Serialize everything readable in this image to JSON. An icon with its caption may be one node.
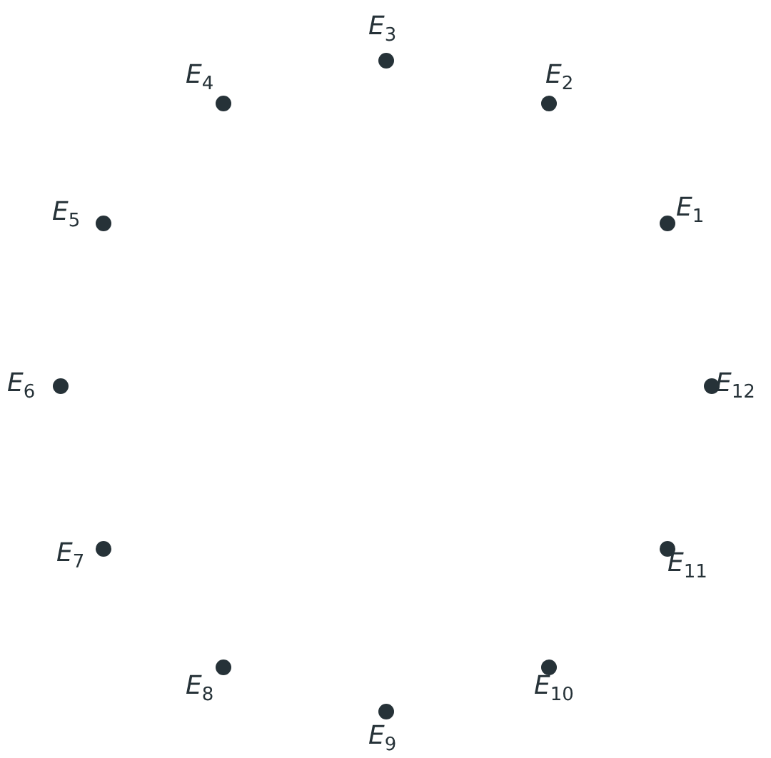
{
  "diagram": {
    "nodes": [
      {
        "text": [],
        "shape": "circle",
        "beside": [
          "*E*$_{1}$"
        ]
      },
      {
        "text": [],
        "shape": "circle",
        "beside": [
          "*E*$_{2}$"
        ]
      },
      {
        "text": [],
        "shape": "circle",
        "beside": [
          "*E*$_{3}$"
        ]
      },
      {
        "text": [],
        "shape": "circle",
        "beside": [
          "*E*$_{4}$"
        ]
      },
      {
        "text": [],
        "shape": "circle",
        "beside": [
          "*E*$_{5}$"
        ]
      },
      {
        "text": [],
        "shape": "circle",
        "beside": [
          "*E*$_{6}$"
        ]
      },
      {
        "text": [],
        "shape": "circle",
        "beside": [
          "*E*$_{7}$"
        ]
      },
      {
        "text": [],
        "shape": "circle",
        "beside": [
          "*E*$_{8}$"
        ]
      },
      {
        "text": [],
        "shape": "circle",
        "beside": [
          "*E*$_{9}$"
        ]
      },
      {
        "text": [],
        "shape": "circle",
        "beside": [
          "*E*$_{10}$"
        ]
      },
      {
        "text": [],
        "shape": "circle",
        "beside": [
          "*E*$_{11}$"
        ]
      },
      {
        "text": [],
        "shape": "circle",
        "beside": [
          "*E*$_{12}$"
        ]
      }
    ]
  }
}
